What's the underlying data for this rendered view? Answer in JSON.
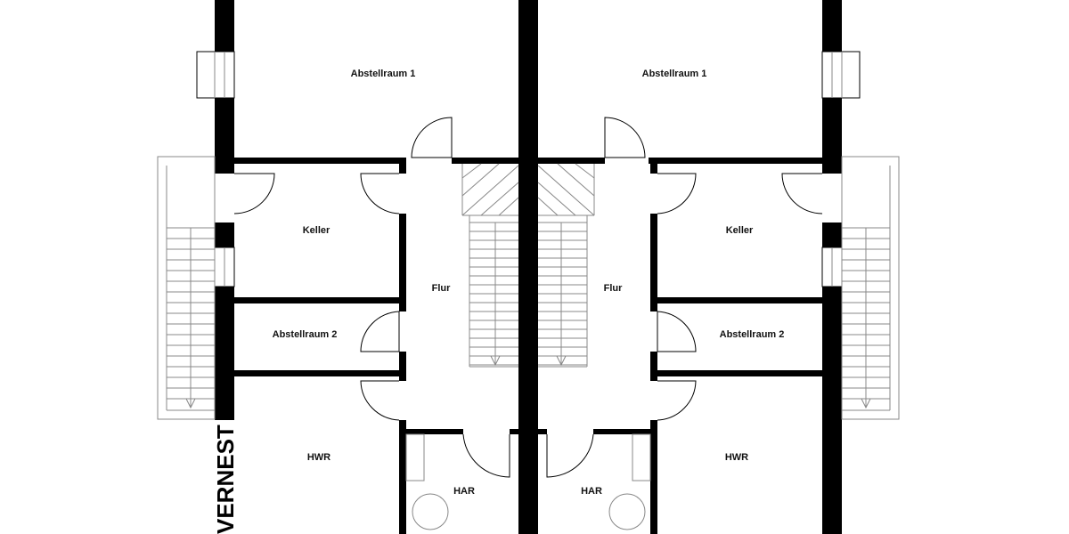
{
  "watermark": "VERNEST",
  "rooms": {
    "abstellraum_1": "Abstellraum 1",
    "keller": "Keller",
    "flur": "Flur",
    "abstellraum_2": "Abstellraum 2",
    "hwr": "HWR",
    "har": "HAR"
  }
}
